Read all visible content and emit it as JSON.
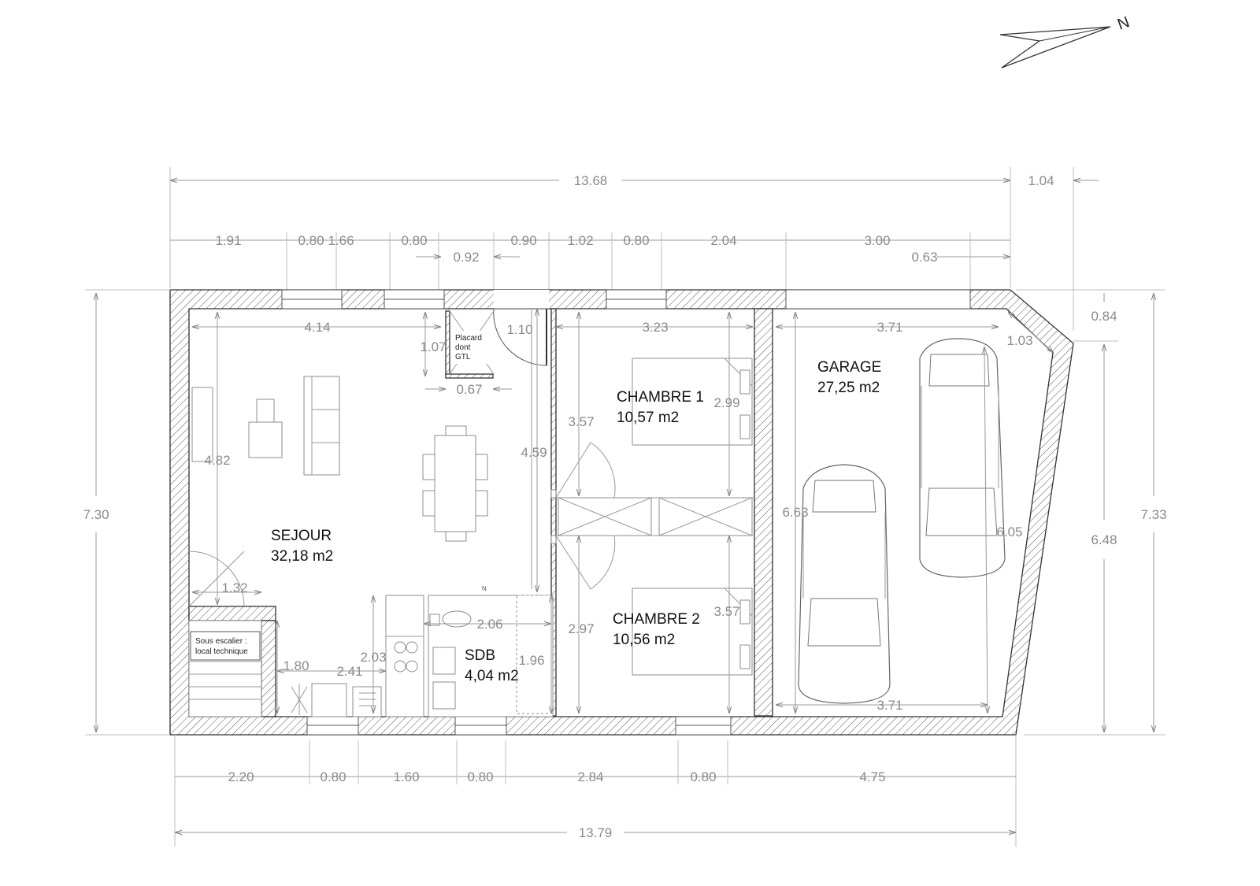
{
  "compass": {
    "label": "N",
    "icon": "north-arrow-icon"
  },
  "rooms": {
    "sejour": {
      "name": "SEJOUR",
      "area": "32,18 m2"
    },
    "chambre1": {
      "name": "CHAMBRE 1",
      "area": "10,57 m2"
    },
    "chambre2": {
      "name": "CHAMBRE 2",
      "area": "10,56 m2"
    },
    "sdb": {
      "name": "SDB",
      "area": "4,04 m2"
    },
    "garage": {
      "name": "GARAGE",
      "area": "27,25 m2"
    }
  },
  "notes": {
    "placard": [
      "Placard",
      "dont",
      "GTL"
    ],
    "sous_escalier": [
      "Sous escalier :",
      "local technique"
    ]
  },
  "dimensions": {
    "top_total": "13.68",
    "top_right": "1.04",
    "top_row": [
      "1.91",
      "0.80",
      "1.66",
      "0.80",
      "0.90",
      "1.02",
      "0.80",
      "2.04",
      "3.00"
    ],
    "top_sub_092": "0.92",
    "top_sub_063": "0.63",
    "bottom_row": [
      "2.20",
      "0.80",
      "1.60",
      "0.80",
      "2.84",
      "0.80",
      "4.75"
    ],
    "bottom_total": "13.79",
    "left_total": "7.30",
    "right_total": "7.33",
    "right_084": "0.84",
    "right_648": "6.48",
    "interior": {
      "d414": "4.14",
      "d110": "1.10",
      "d323": "3.23",
      "d371_top": "3.71",
      "d103": "1.03",
      "d107": "1.07",
      "d067": "0.67",
      "d482": "4.82",
      "d459": "4.59",
      "d357a": "3.57",
      "d299": "2.99",
      "d663": "6.63",
      "d605": "6.05",
      "d132": "1.32",
      "d206": "2.06",
      "d297": "2.97",
      "d357b": "3.57",
      "d180": "1.80",
      "d241": "2.41",
      "d203": "2.03",
      "d196": "1.96",
      "d371_bottom": "3.71"
    }
  }
}
